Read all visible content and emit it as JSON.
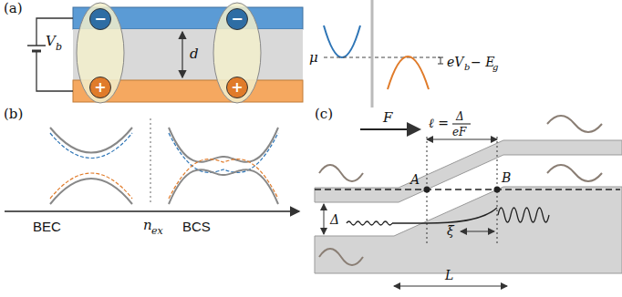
{
  "diagram": {
    "nodes": [
      {
        "text": [
          "−"
        ]
      },
      {
        "text": [
          "−"
        ]
      },
      {
        "text": [
          "+"
        ]
      },
      {
        "text": [
          "+"
        ]
      }
    ],
    "labels": [
      "(a)",
      "V",
      "b",
      "d",
      "μ",
      "eV",
      "b",
      "− E",
      "g",
      "(b)",
      "BEC",
      "n",
      "ex",
      "BCS",
      "(c)",
      "F",
      "ℓ =",
      "Δ",
      "eF",
      "A",
      "B",
      "Δ",
      "ξ",
      "L"
    ]
  }
}
